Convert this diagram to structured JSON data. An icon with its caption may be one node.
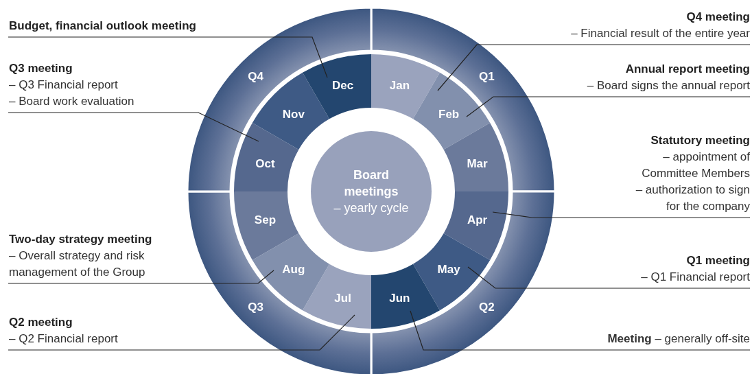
{
  "diagram": {
    "nodes": [
      {
        "text": [
          "Board meetings",
          "– yearly cycle"
        ]
      },
      {
        "text": [
          "Q1"
        ]
      },
      {
        "text": [
          "Q2"
        ]
      },
      {
        "text": [
          "Q3"
        ]
      },
      {
        "text": [
          "Q4"
        ]
      },
      {
        "text": [
          "Jan"
        ]
      },
      {
        "text": [
          "Feb"
        ]
      },
      {
        "text": [
          "Mar"
        ]
      },
      {
        "text": [
          "Apr"
        ]
      },
      {
        "text": [
          "May"
        ]
      },
      {
        "text": [
          "Jun"
        ]
      },
      {
        "text": [
          "Jul"
        ]
      },
      {
        "text": [
          "Aug"
        ]
      },
      {
        "text": [
          "Sep"
        ]
      },
      {
        "text": [
          "Oct"
        ]
      },
      {
        "text": [
          "Nov"
        ]
      },
      {
        "text": [
          "Dec"
        ]
      },
      {
        "text": [
          "Budget, financial outlook meeting"
        ]
      },
      {
        "text": [
          "Q4 meeting",
          "– Financial result of the entire year"
        ]
      },
      {
        "text": [
          "Annual report meeting",
          "– Board signs the annual report"
        ]
      },
      {
        "text": [
          "Q3 meeting",
          "– Q3 Financial report",
          "– Board work evaluation"
        ]
      },
      {
        "text": [
          "Statutory meeting",
          "– appointment of Committee Members",
          "– authorization to sign for the company"
        ]
      },
      {
        "text": [
          "Two-day strategy meeting",
          "– Overall strategy and risk management of the Group"
        ]
      },
      {
        "text": [
          "Q1 meeting",
          "– Q1 Financial report"
        ]
      },
      {
        "text": [
          "Q2 meeting",
          "– Q2 Financial report"
        ]
      },
      {
        "text": [
          "**Meeting** – generally off-site"
        ]
      }
    ],
    "edges": [
      {
        "from": 17,
        "to": 16,
        "arrow": "none"
      },
      {
        "from": 18,
        "to": 6,
        "arrow": "none"
      },
      {
        "from": 19,
        "to": 6,
        "arrow": "none"
      },
      {
        "from": 20,
        "to": 14,
        "arrow": "none"
      },
      {
        "from": 21,
        "to": 8,
        "arrow": "none"
      },
      {
        "from": 22,
        "to": 12,
        "arrow": "none"
      },
      {
        "from": 23,
        "to": 9,
        "arrow": "none"
      },
      {
        "from": 24,
        "to": 11,
        "arrow": "none"
      },
      {
        "from": 25,
        "to": 10,
        "arrow": "none"
      }
    ]
  }
}
